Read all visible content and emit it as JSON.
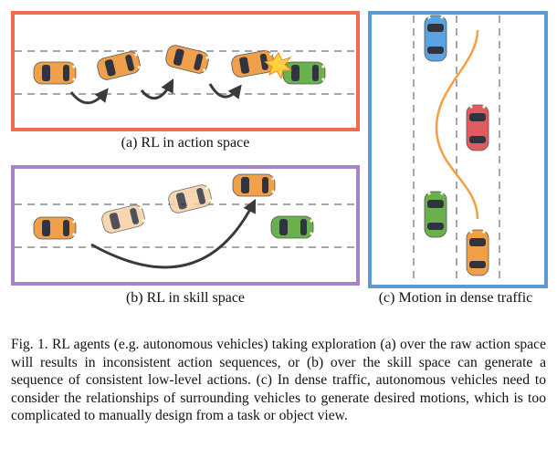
{
  "panels": {
    "a": {
      "caption": "(a) RL in action space",
      "border_color": "#f26b4f"
    },
    "b": {
      "caption": "(b) RL in skill space",
      "border_color": "#a682c7"
    },
    "c": {
      "caption": "(c) Motion in dense traffic",
      "border_color": "#5b9bd5"
    }
  },
  "colors": {
    "ego_car": "#f0a04b",
    "ego_car_faded": "#f6cfa4",
    "other_car_green": "#6ab04c",
    "other_car_red": "#e05a5f",
    "other_car_blue": "#5aa2e0",
    "trajectory": "#f2a040",
    "lane_marking": "#a6a6a6",
    "arrow": "#3a3a3a",
    "collision": "#ffd23f"
  },
  "figure_caption": "Fig. 1.  RL agents (e.g. autonomous vehicles) taking exploration (a) over the raw action space will results in inconsistent action sequences, or (b) over the skill space can generate a sequence of consistent low-level actions. (c) In dense traffic, autonomous vehicles need to consider the relationships of surrounding vehicles to generate desired motions, which is too complicated to manually design from a task or object view."
}
